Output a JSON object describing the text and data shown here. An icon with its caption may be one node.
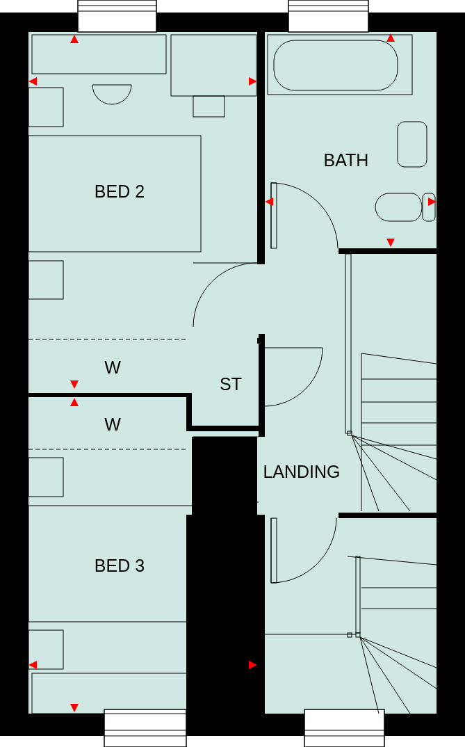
{
  "diagram": {
    "labels": [
      "BED 2",
      "BATH",
      "W",
      "ST",
      "W",
      "LANDING",
      "BED 3"
    ]
  }
}
